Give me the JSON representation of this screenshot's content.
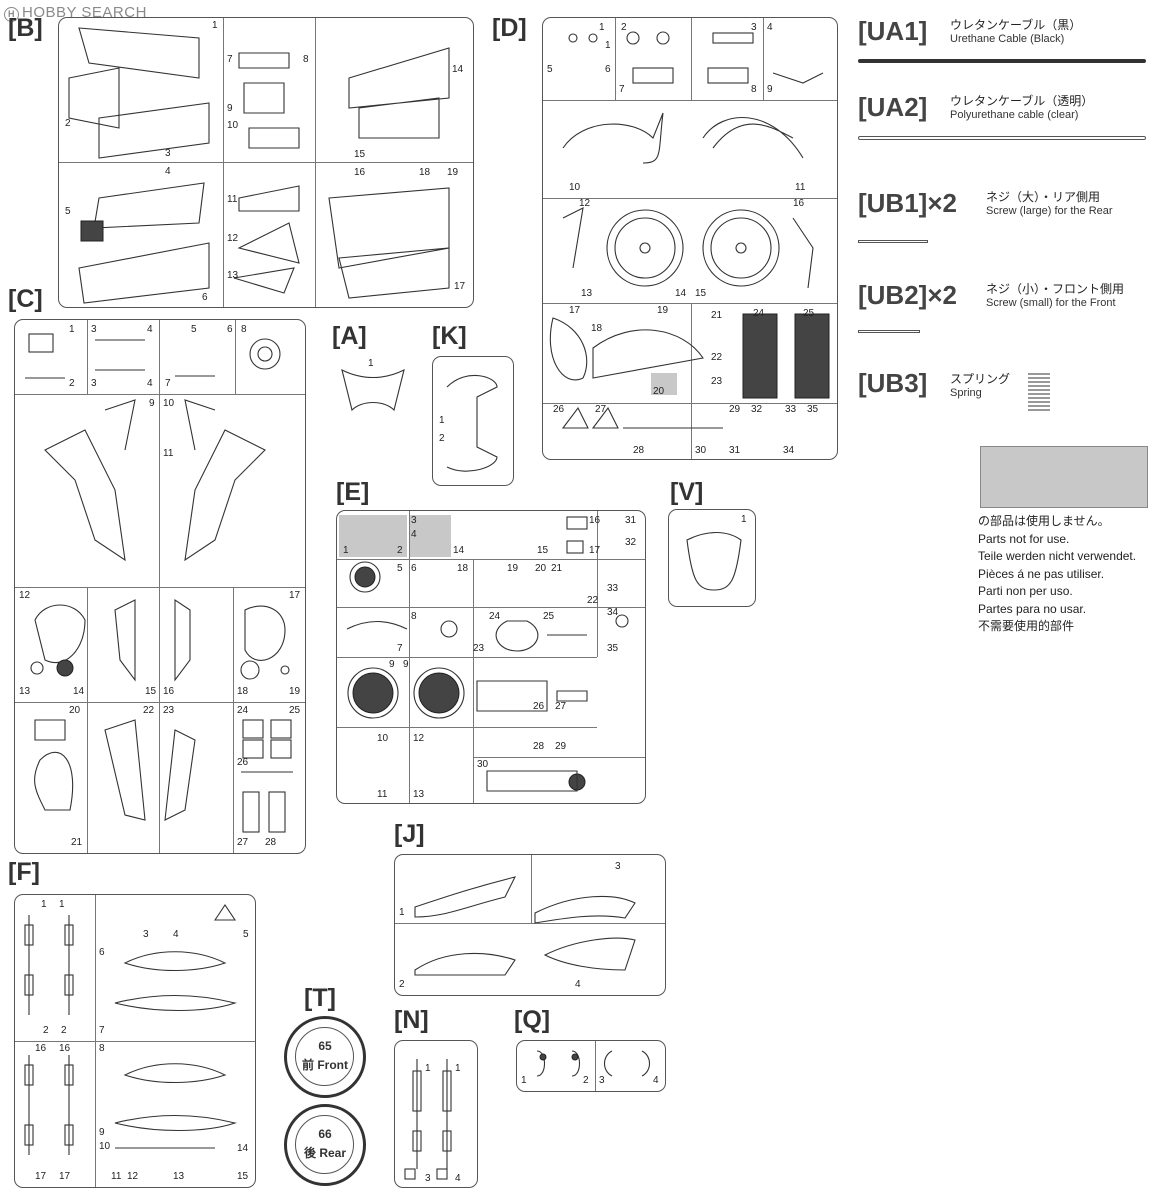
{
  "watermark": "HOBBY SEARCH",
  "sections": {
    "B": "[B]",
    "C": "[C]",
    "D": "[D]",
    "A": "[A]",
    "K": "[K]",
    "E": "[E]",
    "V": "[V]",
    "F": "[F]",
    "J": "[J]",
    "T": "[T]",
    "N": "[N]",
    "Q": "[Q]"
  },
  "tires": {
    "front_num": "65",
    "front_label": "前 Front",
    "rear_num": "66",
    "rear_label": "後 Rear"
  },
  "accessories": [
    {
      "code": "[UA1]",
      "jp": "ウレタンケーブル（黒）",
      "en": "Urethane Cable (Black)"
    },
    {
      "code": "[UA2]",
      "jp": "ウレタンケーブル（透明）",
      "en": "Polyurethane cable (clear)"
    },
    {
      "code": "[UB1]×2",
      "jp": "ネジ（大）・リア側用",
      "en": "Screw (large) for the Rear"
    },
    {
      "code": "[UB2]×2",
      "jp": "ネジ（小）・フロント側用",
      "en": "Screw (small) for the Front"
    },
    {
      "code": "[UB3]",
      "jp": "スプリング",
      "en": "Spring"
    }
  ],
  "legend": {
    "jp": "の部品は使用しません。",
    "lines": [
      "Parts not for use.",
      "Teile werden nicht verwendet.",
      "Pièces á ne pas utiliser.",
      "Parti non per uso.",
      "Partes para no usar.",
      "不需要使用的部件"
    ]
  },
  "part_numbers": {
    "B": [
      "1",
      "2",
      "3",
      "4",
      "5",
      "6",
      "7",
      "8",
      "9",
      "10",
      "11",
      "12",
      "13",
      "14",
      "15",
      "16",
      "17",
      "18",
      "19"
    ],
    "C": [
      "1",
      "2",
      "3",
      "4",
      "3",
      "4",
      "5",
      "6",
      "7",
      "8",
      "9",
      "10",
      "11",
      "12",
      "13",
      "14",
      "15",
      "16",
      "17",
      "18",
      "19",
      "20",
      "21",
      "22",
      "23",
      "24",
      "25",
      "26",
      "27",
      "28"
    ],
    "D": [
      "1",
      "1",
      "2",
      "3",
      "4",
      "5",
      "6",
      "7",
      "8",
      "9",
      "10",
      "11",
      "12",
      "13",
      "14",
      "15",
      "16",
      "17",
      "18",
      "19",
      "20",
      "21",
      "22",
      "23",
      "24",
      "25",
      "26",
      "27",
      "28",
      "29",
      "30",
      "31",
      "32",
      "33",
      "34",
      "35"
    ],
    "E": [
      "1",
      "2",
      "3",
      "4",
      "14",
      "15",
      "16",
      "17",
      "31",
      "32",
      "5",
      "6",
      "18",
      "19",
      "20",
      "21",
      "22",
      "33",
      "34",
      "7",
      "8",
      "23",
      "24",
      "25",
      "35",
      "9",
      "9",
      "26",
      "27",
      "28",
      "29",
      "10",
      "11",
      "12",
      "13",
      "30"
    ],
    "F": [
      "1",
      "1",
      "2",
      "2",
      "3",
      "4",
      "5",
      "6",
      "7",
      "16",
      "16",
      "17",
      "17",
      "8",
      "9",
      "10",
      "11",
      "12",
      "13",
      "14",
      "15"
    ],
    "J": [
      "1",
      "2",
      "3",
      "4"
    ],
    "N": [
      "1",
      "1",
      "3",
      "4"
    ],
    "Q": [
      "1",
      "2",
      "3",
      "4"
    ],
    "A": [
      "1"
    ],
    "K": [
      "1",
      "2"
    ],
    "V": [
      "1"
    ]
  }
}
